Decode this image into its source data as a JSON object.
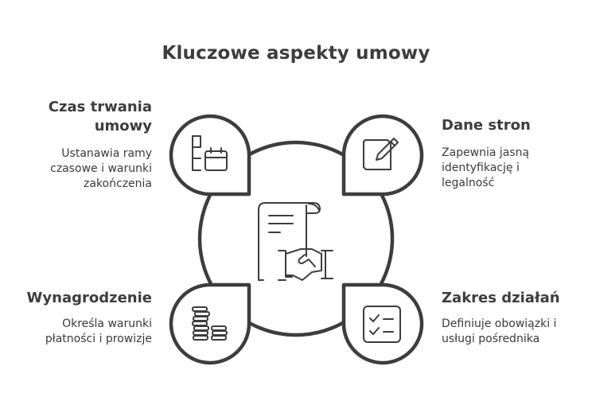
{
  "title": "Kluczowe aspekty umowy",
  "center": {
    "icon": "contract-handshake-icon"
  },
  "colors": {
    "stroke": "#3d3d3d",
    "background": "#ffffff",
    "text": "#3a3a3a"
  },
  "items": [
    {
      "position": "top-left",
      "title_line1": "Czas trwania",
      "title_line2": "umowy",
      "desc_line1": "Ustanawia ramy",
      "desc_line2": "czasowe i warunki",
      "desc_line3": "zakończenia",
      "icon": "calendar-timeline-icon"
    },
    {
      "position": "top-right",
      "title_line1": "Dane stron",
      "desc_line1": "Zapewnia jasną",
      "desc_line2": "identyfikację i",
      "desc_line3": "legalność",
      "icon": "pencil-edit-icon"
    },
    {
      "position": "bottom-left",
      "title_line1": "Wynagrodzenie",
      "desc_line1": "Określa warunki",
      "desc_line2": "płatności i prowizje",
      "icon": "coin-stacks-icon"
    },
    {
      "position": "bottom-right",
      "title_line1": "Zakres działań",
      "desc_line1": "Definiuje obowiązki i",
      "desc_line2": "usługi pośrednika",
      "icon": "checklist-icon"
    }
  ]
}
